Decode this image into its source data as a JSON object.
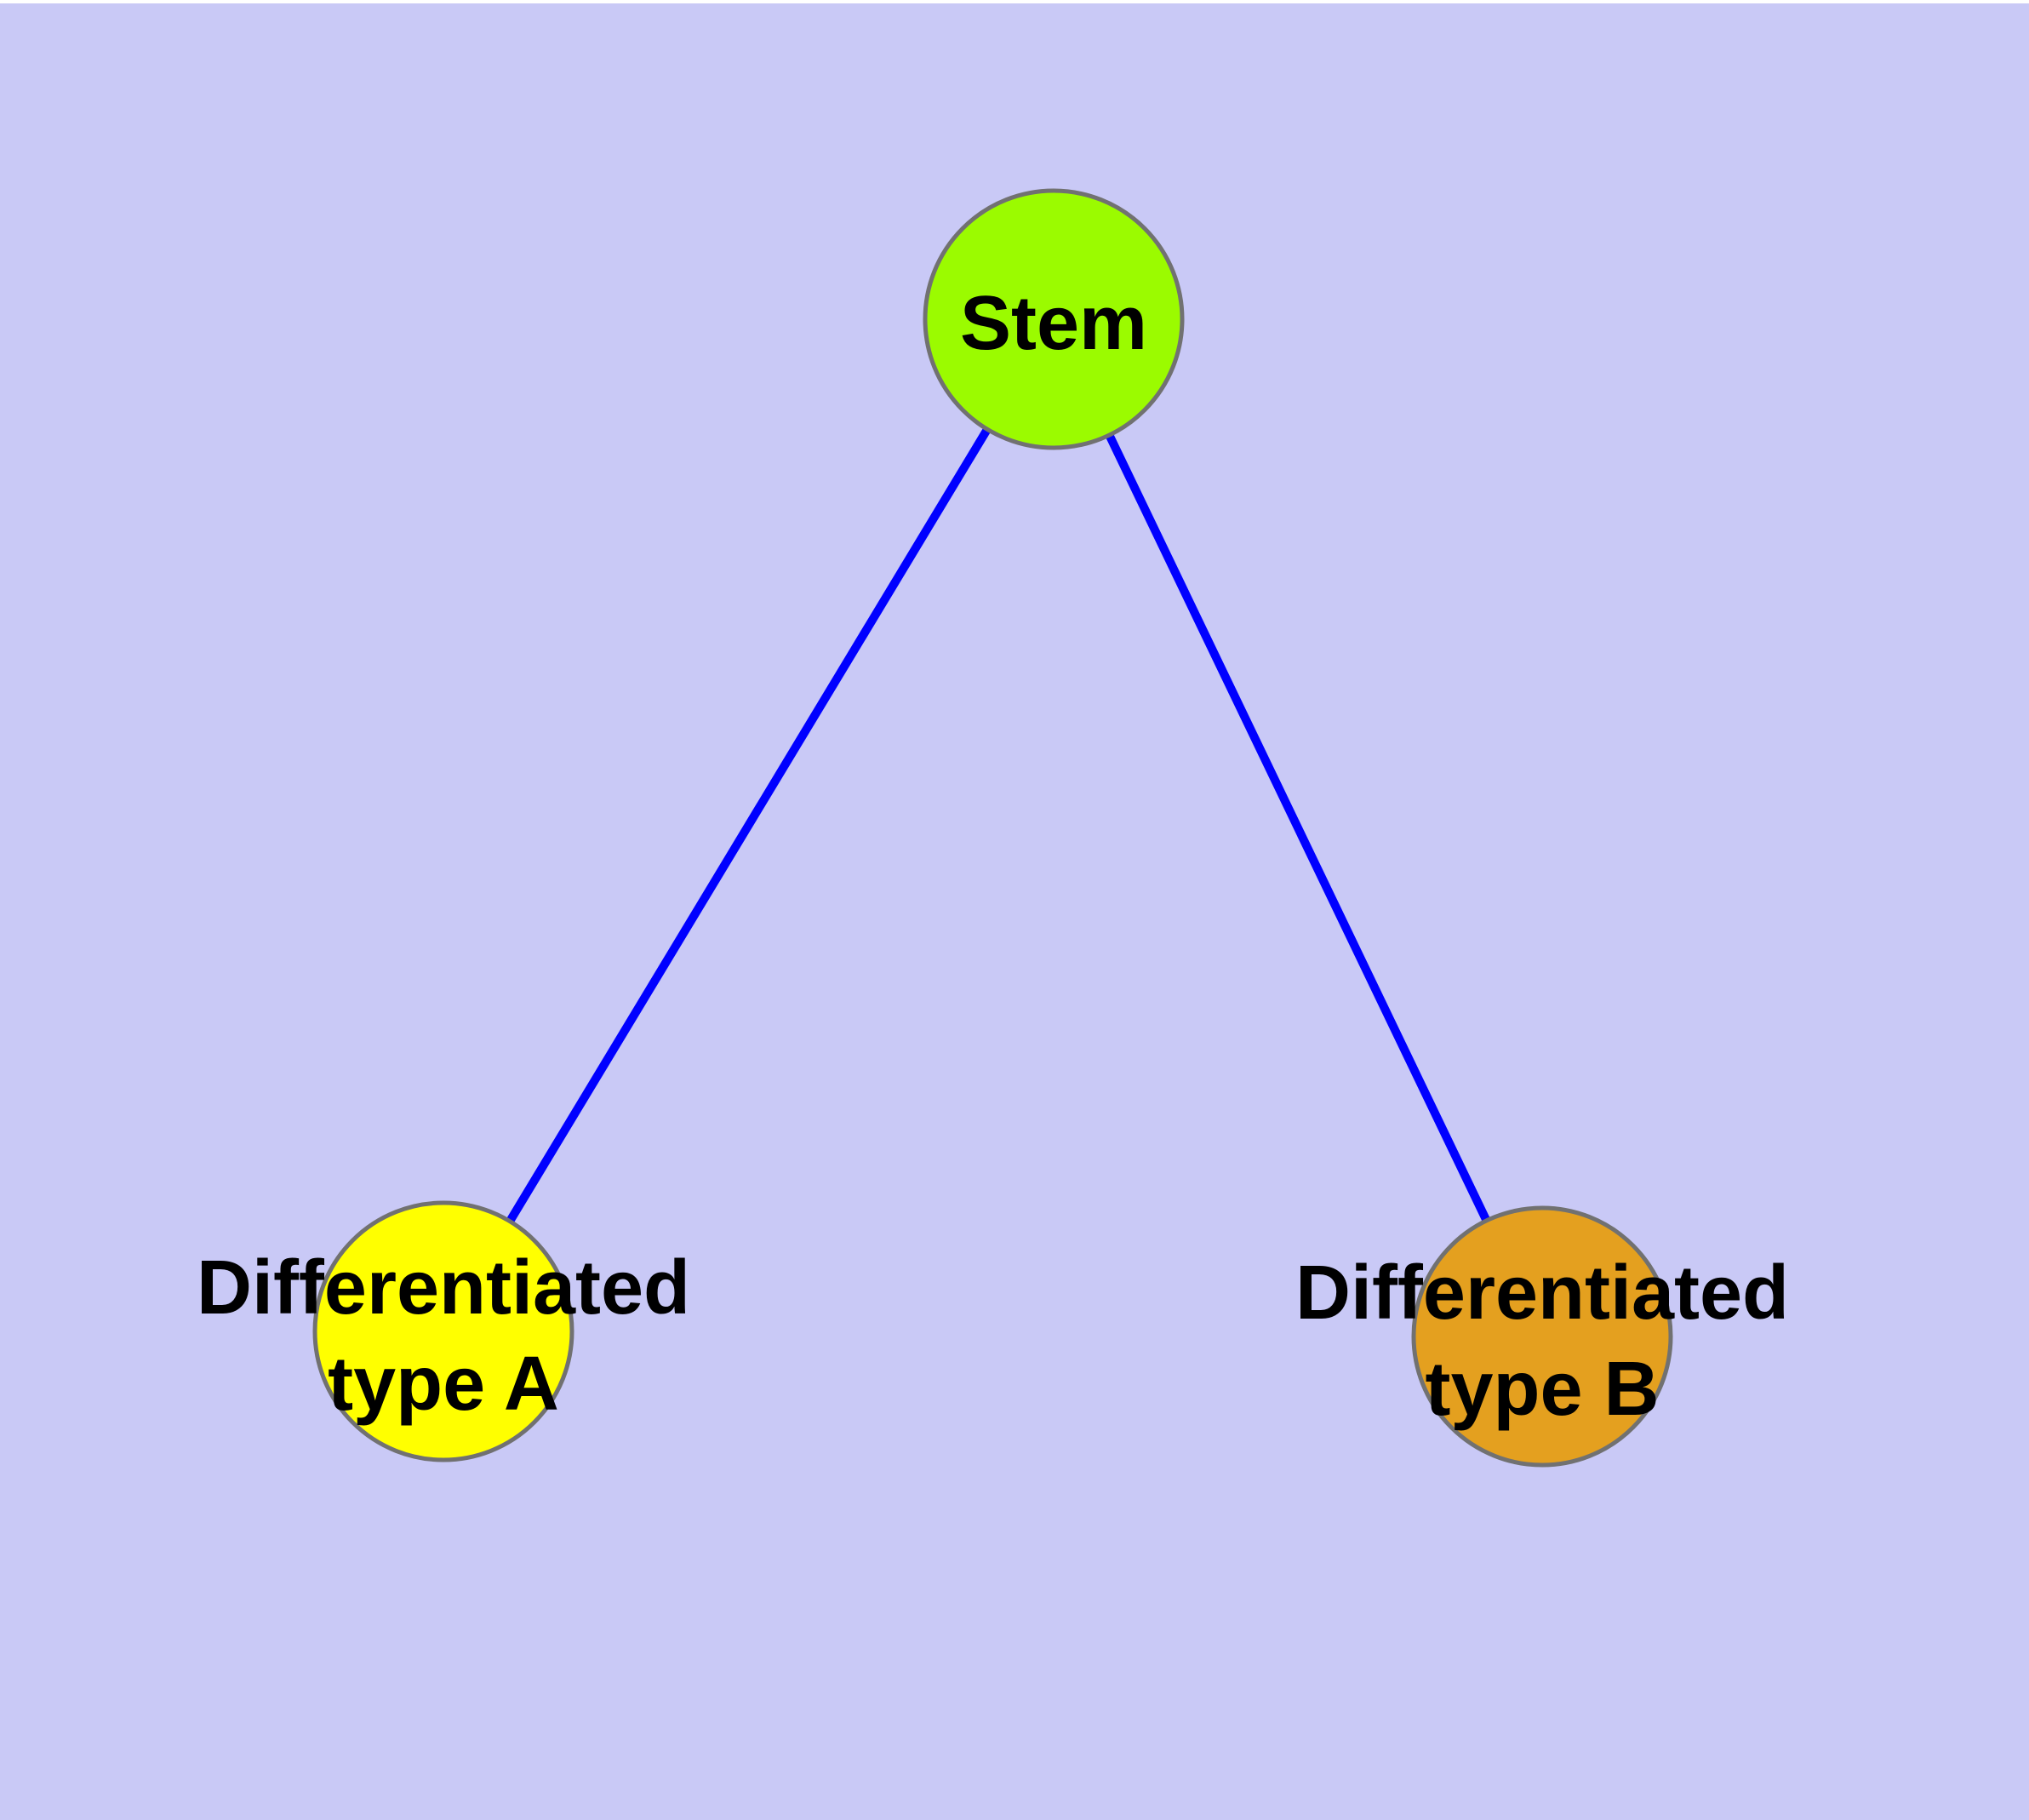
{
  "diagram": {
    "background_color": "#c9c9f6",
    "top_strip_color": "#ffffff",
    "edge_color": "#0000ff",
    "node_border_color": "#717171",
    "label_color": "#000000",
    "nodes": [
      {
        "id": "stem",
        "label": "Stem",
        "fill": "#9bfb00"
      },
      {
        "id": "differentiated-type-a",
        "label": "Differentiated type A",
        "label_line1": "Differentiated",
        "label_line2": "type A",
        "fill": "#ffff00"
      },
      {
        "id": "differentiated-type-b",
        "label": "Differentiated type B",
        "label_line1": "Differentiated",
        "label_line2": "type B",
        "fill": "#e4a01f"
      }
    ],
    "edges": [
      {
        "from": "Stem",
        "to": "Differentiated type A"
      },
      {
        "from": "Stem",
        "to": "Differentiated type B"
      }
    ]
  }
}
